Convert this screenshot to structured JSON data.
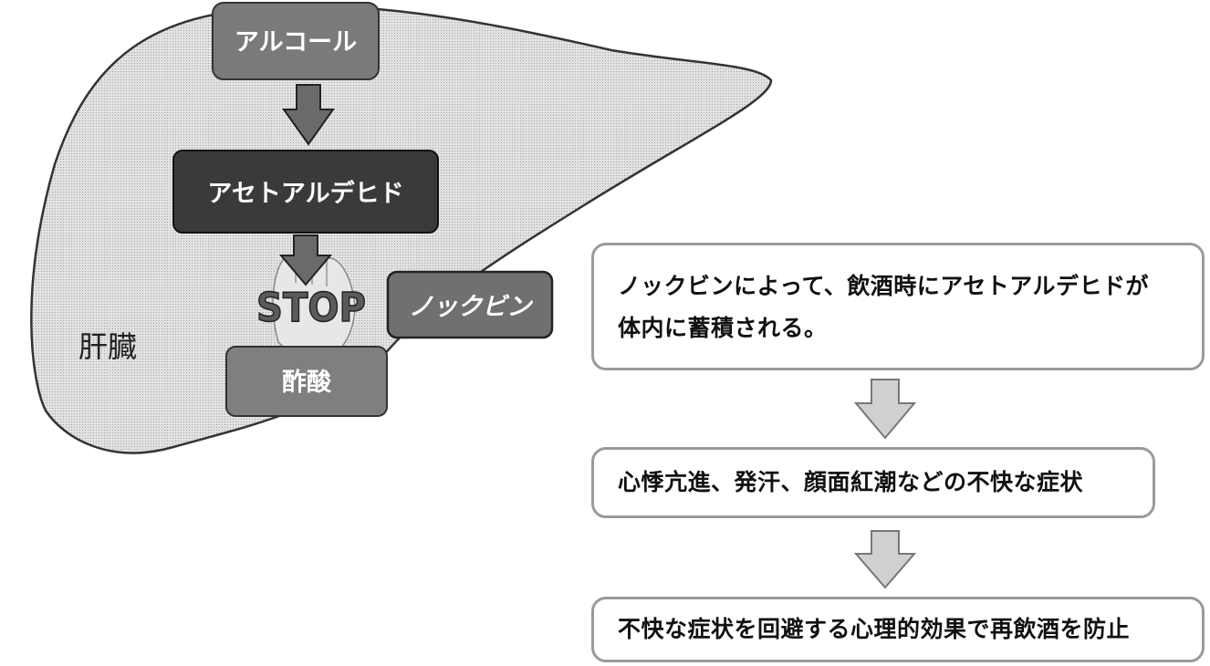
{
  "organ_label": "肝臓",
  "stages": {
    "alcohol": "アルコール",
    "acetaldehyde": "アセトアルデヒド",
    "acetic_acid": "酢酸"
  },
  "inhibitor": "ノックビン",
  "stop_label": "STOP",
  "effects": {
    "step1_line1": "ノックビンによって、飲酒時にアセトアルデヒドが",
    "step1_line2": "体内に蓄積される。",
    "step2": "心悸亢進、発汗、顔面紅潮などの不快な症状",
    "step3": "不快な症状を回避する心理的効果で再飲酒を防止"
  },
  "colors": {
    "liver_fill": "#d4d4d4",
    "alcohol_box": "#7a7a7a",
    "acetaldehyde_box": "#3a3a3a",
    "inhibitor_box": "#707070",
    "acid_box": "#7f7f7f",
    "arrow_dark": "#6a6a6a",
    "arrow_light": "#c8c8c8"
  }
}
